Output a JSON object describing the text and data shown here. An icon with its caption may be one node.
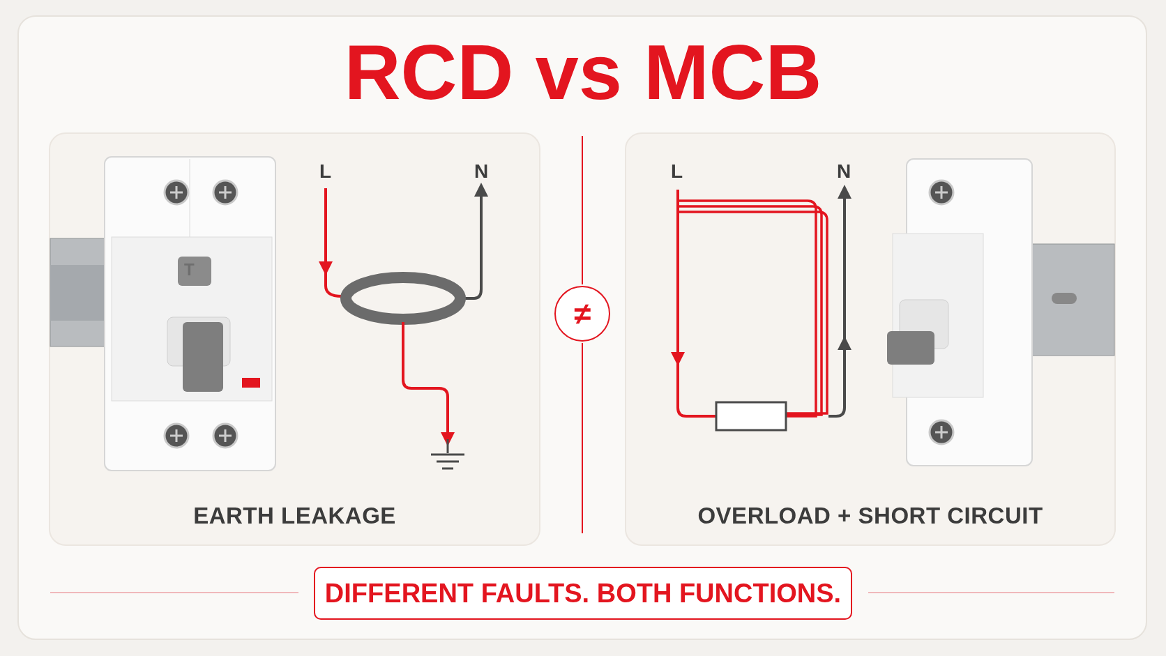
{
  "diagram": {
    "title": "RCD vs MCB",
    "nodes": [
      {
        "text": [
          "EARTH LEAKAGE"
        ]
      },
      {
        "text": [
          "OVERLOAD + SHORT CIRCUIT"
        ]
      },
      {
        "text": [
          "≠"
        ]
      },
      {
        "text": [
          "DIFFERENT FAULTS. BOTH FUNCTIONS."
        ]
      }
    ],
    "labels": [
      "T",
      "L",
      "N",
      "L",
      "N"
    ]
  }
}
